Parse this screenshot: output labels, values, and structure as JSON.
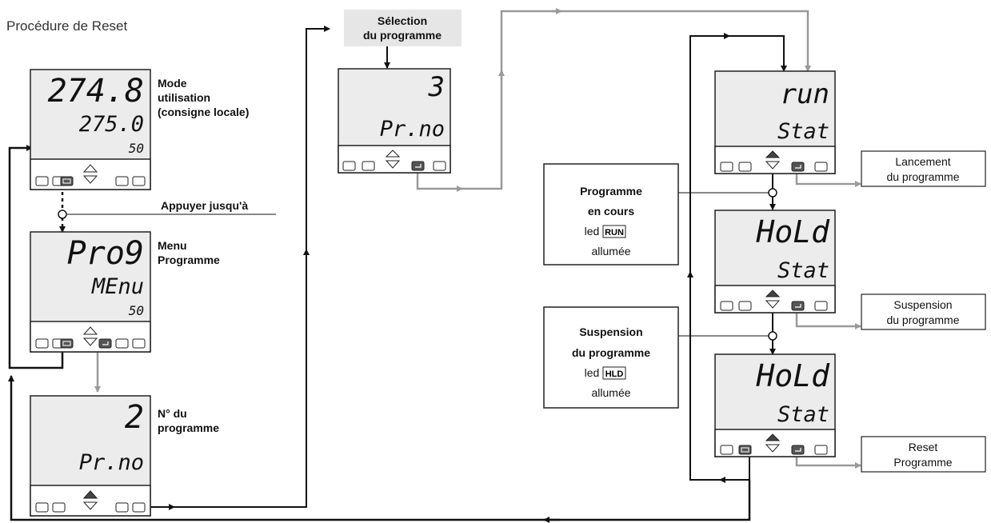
{
  "title": "Procédure de Reset",
  "left_flow": {
    "unit1": {
      "line1": "274.8",
      "line2": "275.0",
      "line3": "50",
      "caption": [
        "Mode",
        "utilisation",
        "(consigne locale)"
      ]
    },
    "press_label": "Appuyer jusqu'à",
    "unit2": {
      "line1": "Pro9",
      "line2": "MEnu",
      "line3": "50",
      "caption": [
        "Menu",
        "Programme"
      ]
    },
    "unit3": {
      "line1": "2",
      "line2": "Pr.no",
      "caption": [
        "N° du",
        "programme"
      ]
    }
  },
  "middle_flow": {
    "selection_box": [
      "Sélection",
      "du programme"
    ],
    "unit": {
      "line1": "3",
      "line2": "Pr.no"
    }
  },
  "right_flow": {
    "unit_run": {
      "line1": "run",
      "line2": "Stat"
    },
    "unit_hold1": {
      "line1": "HoLd",
      "line2": "Stat"
    },
    "unit_hold2": {
      "line1": "HoLd",
      "line2": "Stat"
    },
    "status_running": {
      "lines": [
        "Programme",
        "en cours"
      ],
      "led_prefix": "led",
      "led": "RUN",
      "suffix": "allumée"
    },
    "status_hold": {
      "lines": [
        "Suspension",
        "du programme"
      ],
      "led_prefix": "led",
      "led": "HLD",
      "suffix": "allumée"
    },
    "action_run": [
      "Lancement",
      "du programme"
    ],
    "action_hold": [
      "Suspension",
      "du programme"
    ],
    "action_reset": [
      "Reset",
      "Programme"
    ]
  },
  "colors": {
    "line_dark": "#111111",
    "line_grey": "#9a9a9a",
    "screen": "#ececec",
    "selection_fill": "#e6e6e6"
  }
}
